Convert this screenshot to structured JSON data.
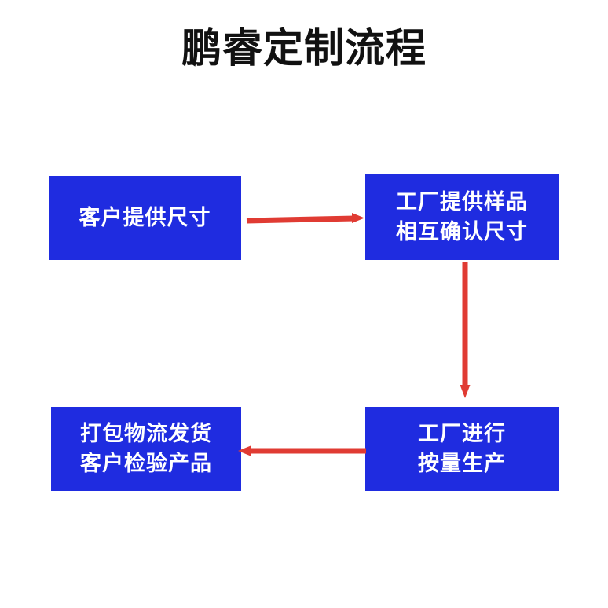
{
  "diagram": {
    "title": "鹏睿定制流程",
    "type": "flowchart",
    "background_color": "#ffffff",
    "node_fill_color": "#1f2ce0",
    "node_text_color": "#ffffff",
    "arrow_color": "#e03b33",
    "title_color": "#111111",
    "nodes": [
      {
        "id": "node-0",
        "position": "top-left",
        "lines": [
          "客户提供尺寸"
        ],
        "line1": "客户提供尺寸",
        "line2": ""
      },
      {
        "id": "node-1",
        "position": "top-right",
        "lines": [
          "工厂提供样品",
          "相互确认尺寸"
        ],
        "line1": "工厂提供样品",
        "line2": "相互确认尺寸"
      },
      {
        "id": "node-2",
        "position": "bottom-right",
        "lines": [
          "工厂进行",
          "按量生产"
        ],
        "line1": "工厂进行",
        "line2": "按量生产"
      },
      {
        "id": "node-3",
        "position": "bottom-left",
        "lines": [
          "打包物流发货",
          "客户检验产品"
        ],
        "line1": "打包物流发货",
        "line2": "客户检验产品"
      }
    ],
    "arrows": [
      {
        "id": "arrow-0",
        "from": "node-0",
        "to": "node-1",
        "direction": "right"
      },
      {
        "id": "arrow-1",
        "from": "node-1",
        "to": "node-2",
        "direction": "down"
      },
      {
        "id": "arrow-2",
        "from": "node-2",
        "to": "node-3",
        "direction": "left"
      }
    ]
  }
}
